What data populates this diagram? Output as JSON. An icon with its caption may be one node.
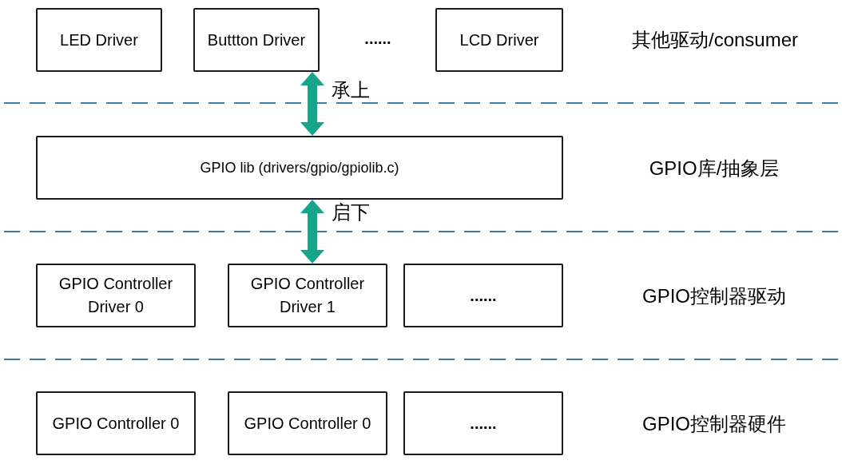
{
  "diagram": {
    "nodes": [
      {
        "text": [
          "LED Driver"
        ]
      },
      {
        "text": [
          "Buttton Driver"
        ]
      },
      {
        "text": [
          "LCD Driver"
        ]
      },
      {
        "text": [
          "GPIO lib (drivers/gpio/gpiolib.c)"
        ]
      },
      {
        "text": [
          "GPIO Controller Driver 0"
        ]
      },
      {
        "text": [
          "GPIO Controller Driver 1"
        ]
      },
      {
        "text": [
          "......"
        ]
      },
      {
        "text": [
          "GPIO Controller 0"
        ]
      },
      {
        "text": [
          "GPIO Controller 0"
        ]
      },
      {
        "text": [
          "......"
        ]
      }
    ],
    "edges": [
      {
        "from": 1,
        "to": 3,
        "arrow": "both",
        "label": "承上"
      },
      {
        "from": 3,
        "to": 5,
        "arrow": "both",
        "label": "启下"
      }
    ],
    "labels": [
      "......",
      "其他驱动/consumer",
      "GPIO库/抽象层",
      "GPIO控制器驱动",
      "GPIO控制器硬件"
    ]
  }
}
